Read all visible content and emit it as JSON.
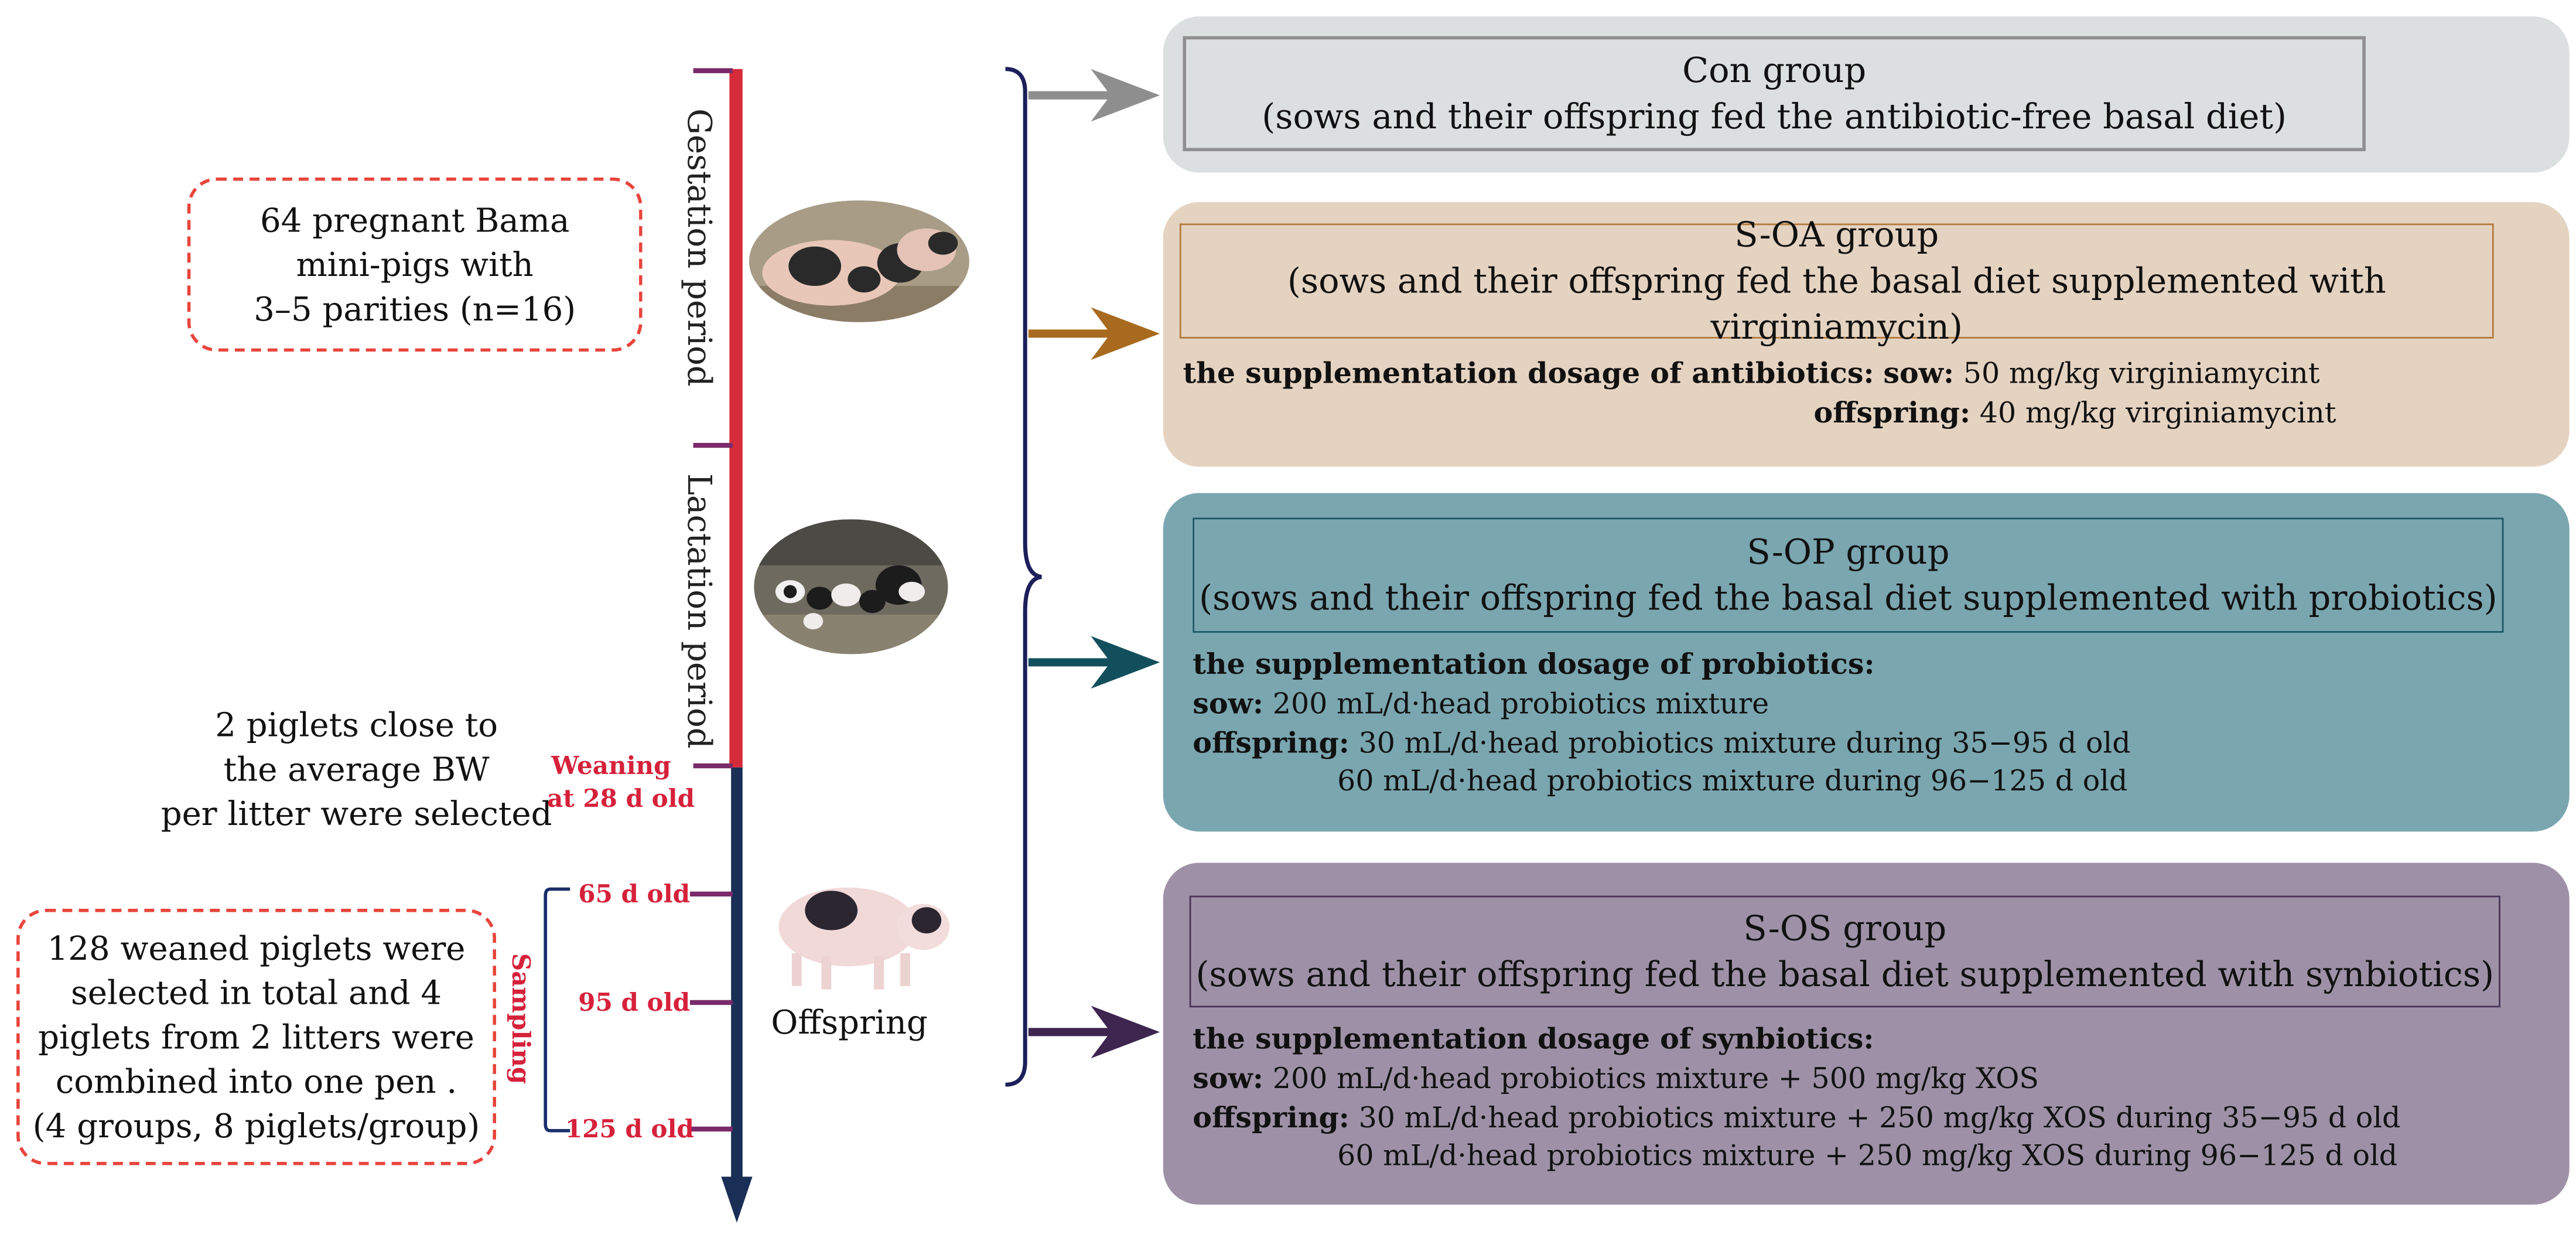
{
  "notes": {
    "pregnant": [
      "64 pregnant Bama",
      "mini-pigs  with",
      "3–5 parities (n=16)"
    ],
    "selected_piglets": [
      "2 piglets close to",
      "the average BW",
      "per litter were selected"
    ],
    "weaned": [
      "128 weaned piglets were",
      "selected in total and 4",
      "piglets from 2 litters were",
      "combined into one pen .",
      "(4 groups, 8 piglets/group)"
    ]
  },
  "timeline": {
    "gestation": "Gestation period",
    "lactation": "Lactation period",
    "weaning_line1": "Weaning",
    "weaning_line2": "at 28 d old",
    "sampling": "Sampling",
    "day65": "65 d old",
    "day95": "95 d old",
    "day125": "125 d old",
    "offspring": "Offspring"
  },
  "groups": {
    "con": {
      "title": "Con group",
      "desc": "(sows and their offspring fed the antibiotic-free basal diet)",
      "color": "#dcdfdf",
      "arrow": "#8e8e8e"
    },
    "soa": {
      "title": "S-OA group",
      "desc": "(sows and their offspring fed the basal diet supplemented with virginiamycin)",
      "dose_head": "the supplementation dosage of antibiotics:",
      "sow_label": "sow:",
      "sow_val": "50 mg/kg virginiamycint",
      "off_label": "offspring:",
      "off_val": "40 mg/kg virginiamycint",
      "color": "#e5d3c1",
      "border": "#b27a3c",
      "arrow": "#a86a1e"
    },
    "sop": {
      "title": "S-OP group",
      "desc": "(sows and their offspring fed the basal diet supplemented with probiotics)",
      "dose_head": "the supplementation dosage of probiotics:",
      "sow_label": "sow:",
      "sow_val": "200 mL/d·head probiotics mixture",
      "off_label": "offspring:",
      "off_val1": "30 mL/d·head probiotics mixture during 35−95 d old",
      "off_val2": "60 mL/d·head  probiotics mixture during 96−125 d old",
      "color": "#7aa6b0",
      "border": "#1d5a66",
      "arrow": "#124f5c"
    },
    "sos": {
      "title": "S-OS group",
      "desc": "(sows and their offspring fed the basal diet supplemented with synbiotics)",
      "dose_head": "the supplementation dosage of synbiotics:",
      "sow_label": "sow:",
      "sow_val": "200 mL/d·head probiotics mixture + 500 mg/kg XOS",
      "off_label": "offspring:",
      "off_val1": "30 mL/d·head probiotics mixture + 250 mg/kg XOS during 35−95 d old",
      "off_val2": "60 mL/d·head probiotics mixture + 250 mg/kg XOS during 96−125 d old",
      "color": "#9e91a7",
      "border": "#4a3458",
      "arrow": "#3d2550"
    }
  },
  "images": [
    "pregnant-sows-photo",
    "piglets-photo",
    "offspring-piglet-photo"
  ]
}
